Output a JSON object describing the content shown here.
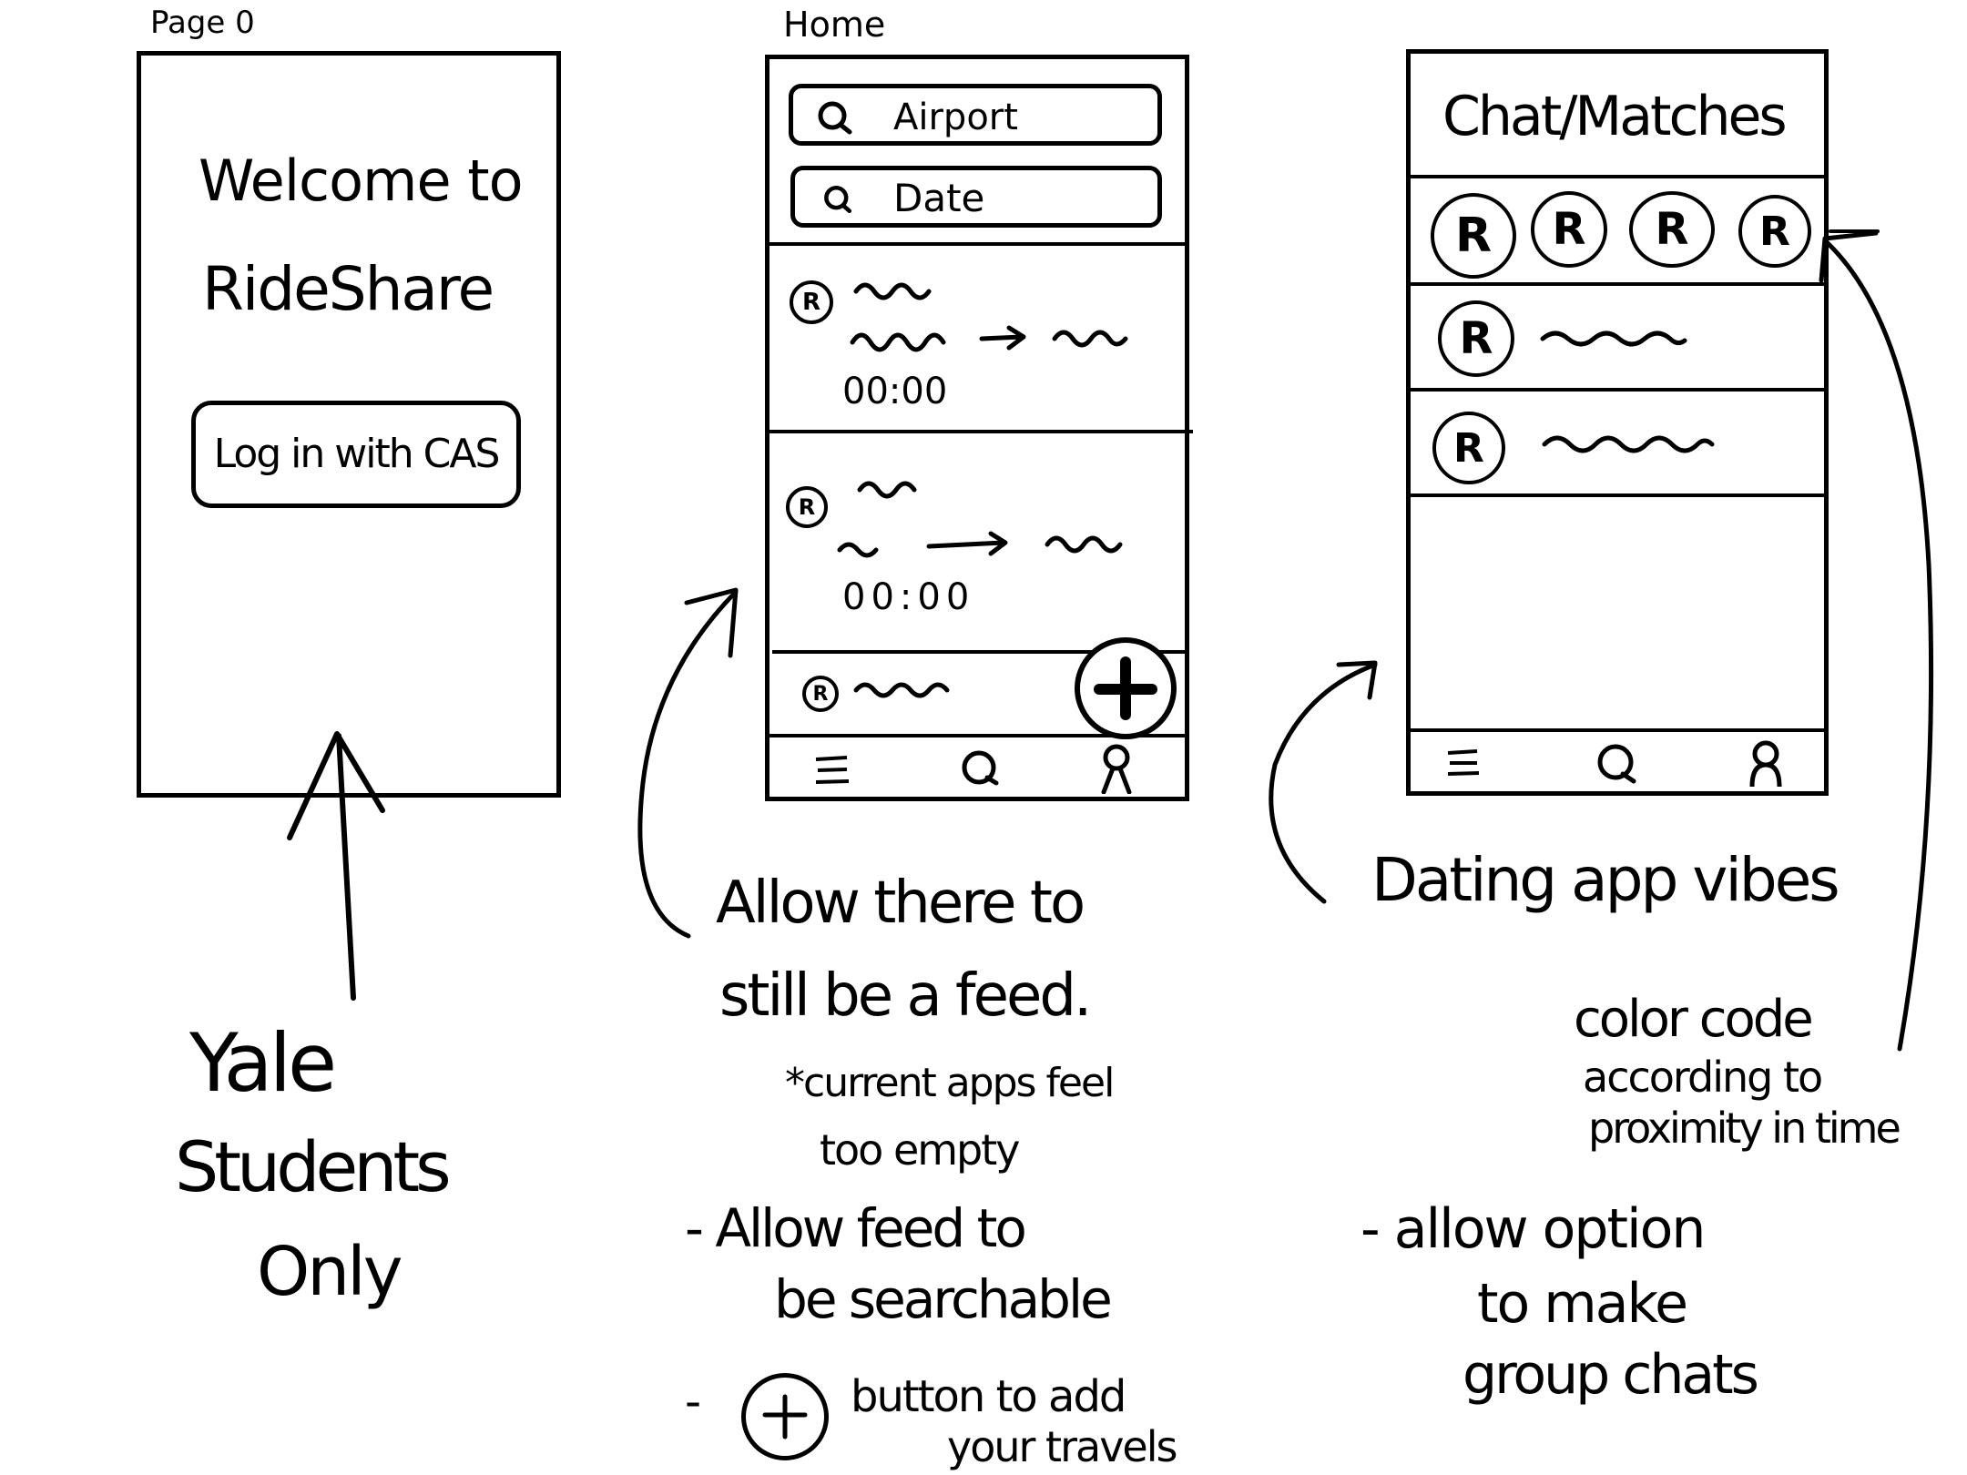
{
  "login_screen": {
    "page_label": "Page 0",
    "welcome_line1": "Welcome to",
    "welcome_line2": "RideShare",
    "login_button": "Log in with CAS"
  },
  "home_screen": {
    "title": "Home",
    "search_airport": "Airport",
    "search_date": "Date",
    "feed_items": [
      {
        "time": "00:00"
      },
      {
        "time": "00:00"
      },
      {
        "time": ""
      }
    ]
  },
  "chat_screen": {
    "title": "Chat/Matches"
  },
  "notes": {
    "yale_line1": "Yale",
    "yale_line2": "Students",
    "yale_line3": "Only",
    "feed_line1": "Allow there to",
    "feed_line2": "still be a feed.",
    "feed_sub1": "*current apps feel",
    "feed_sub2": "too empty",
    "search_line1": "- Allow feed to",
    "search_line2": "be searchable",
    "plus_line1": "button to add",
    "plus_line2": "your travels",
    "dating": "Dating app vibes",
    "color1": "color code",
    "color2": "according to",
    "color3": "proximity in time",
    "group1": "- allow option",
    "group2": "to make",
    "group3": "group chats"
  },
  "icons": {
    "search": "search-icon",
    "menu": "menu-icon",
    "profile": "profile-icon",
    "plus": "plus-icon",
    "avatar": "avatar-icon"
  },
  "colors": {
    "ink": "#000000",
    "paper": "#ffffff"
  }
}
